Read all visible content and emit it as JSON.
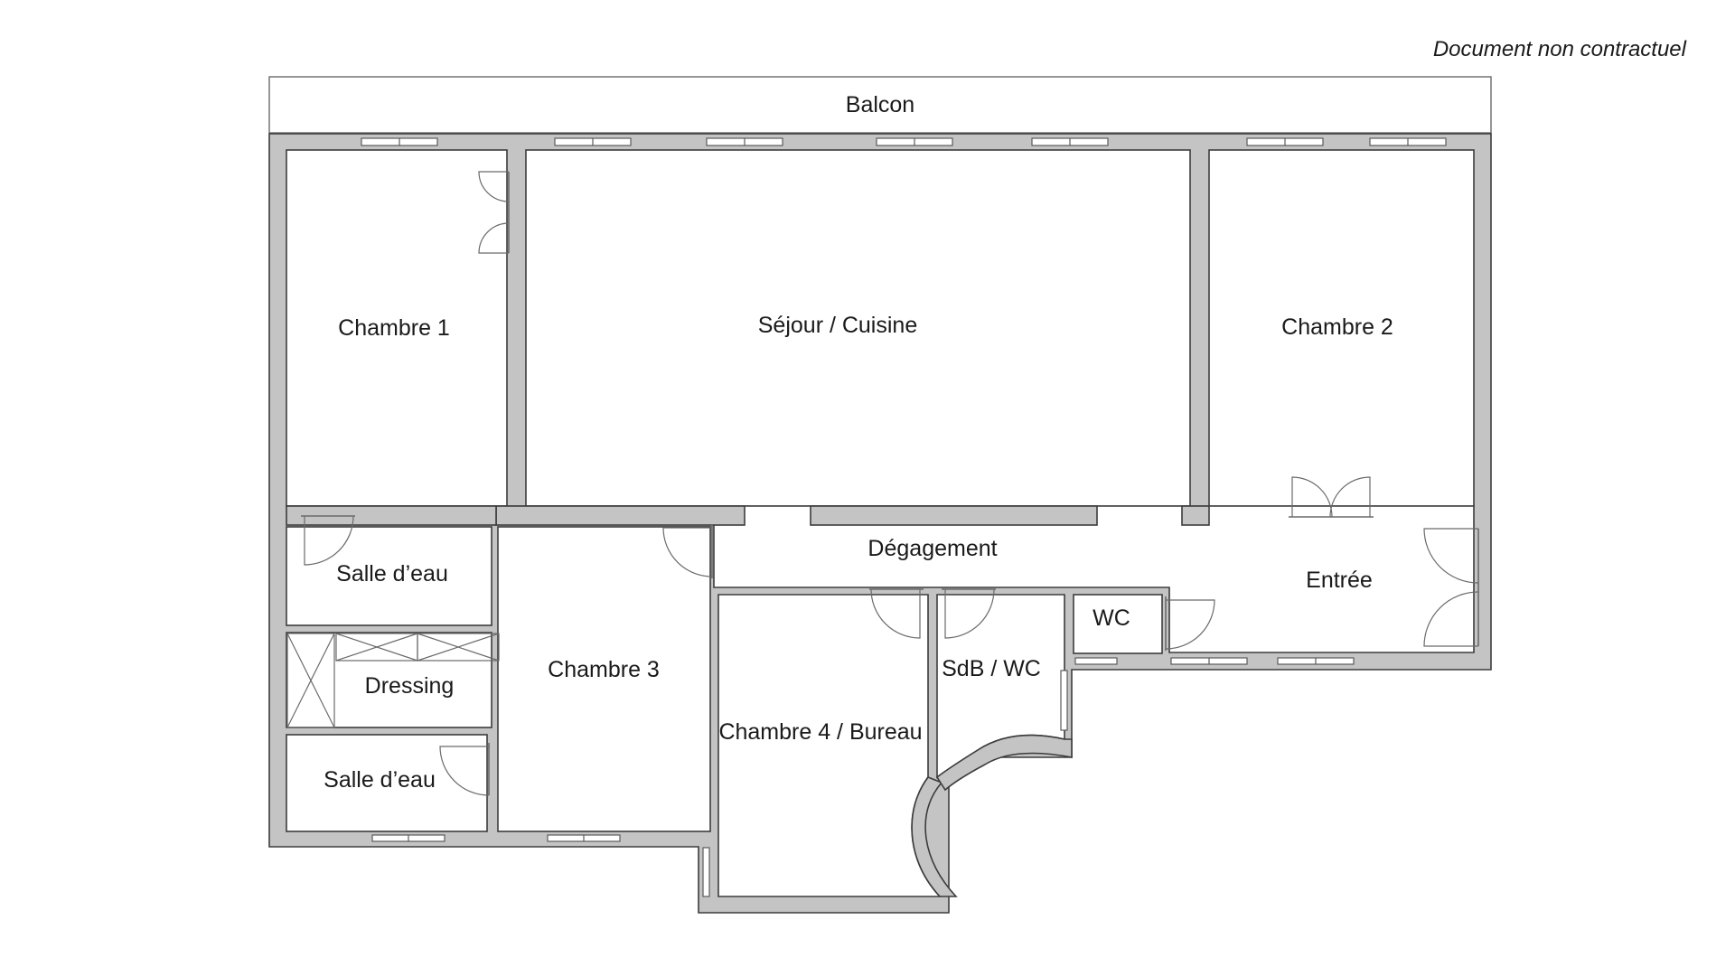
{
  "disclaimer": "Document non contractuel",
  "rooms": {
    "balcon": "Balcon",
    "chambre_1": "Chambre 1",
    "sejour_cuisine": "Séjour / Cuisine",
    "chambre_2": "Chambre 2",
    "salle_deau_top": "Salle d’eau",
    "degagement": "Dégagement",
    "entree": "Entrée",
    "chambre_3": "Chambre 3",
    "wc": "WC",
    "dressing": "Dressing",
    "sdb_wc": "SdB / WC",
    "chambre_4_bureau": "Chambre 4 / Bureau",
    "salle_deau_bottom": "Salle d’eau"
  },
  "colors": {
    "wall_fill": "#c4c4c4",
    "wall_stroke": "#3c3c3c",
    "room_fill": "#ffffff",
    "text": "#1a1a1a"
  }
}
